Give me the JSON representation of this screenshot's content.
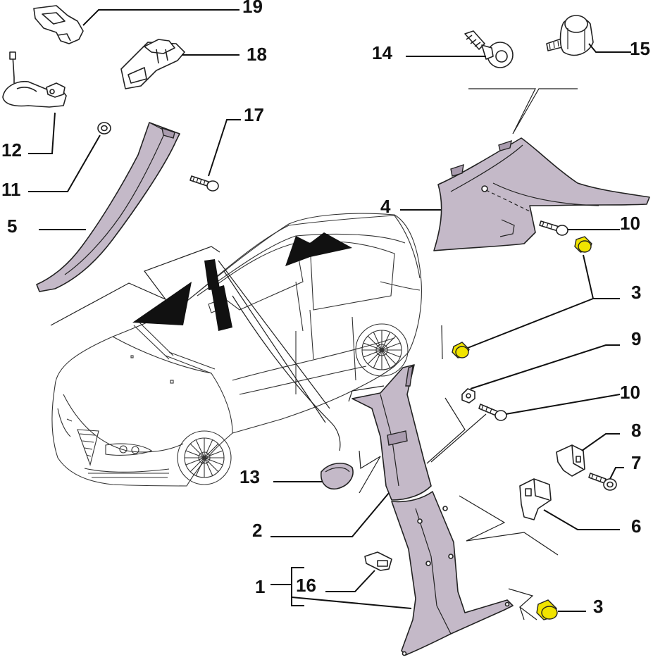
{
  "diagram": {
    "callouts": [
      {
        "id": "c19",
        "label": "19"
      },
      {
        "id": "c18",
        "label": "18"
      },
      {
        "id": "c17",
        "label": "17"
      },
      {
        "id": "c12",
        "label": "12"
      },
      {
        "id": "c11",
        "label": "11"
      },
      {
        "id": "c5",
        "label": "5"
      },
      {
        "id": "c14",
        "label": "14"
      },
      {
        "id": "c15",
        "label": "15"
      },
      {
        "id": "c4",
        "label": "4"
      },
      {
        "id": "c10a",
        "label": "10"
      },
      {
        "id": "c3a",
        "label": "3"
      },
      {
        "id": "c9",
        "label": "9"
      },
      {
        "id": "c10b",
        "label": "10"
      },
      {
        "id": "c8",
        "label": "8"
      },
      {
        "id": "c7",
        "label": "7"
      },
      {
        "id": "c13",
        "label": "13"
      },
      {
        "id": "c6",
        "label": "6"
      },
      {
        "id": "c2",
        "label": "2"
      },
      {
        "id": "c1",
        "label": "1"
      },
      {
        "id": "c16",
        "label": "16"
      },
      {
        "id": "c3b",
        "label": "3"
      }
    ],
    "colors": {
      "trim": "#c4b9c8",
      "clip_highlight": "#f1e400",
      "line": "#111111"
    }
  }
}
